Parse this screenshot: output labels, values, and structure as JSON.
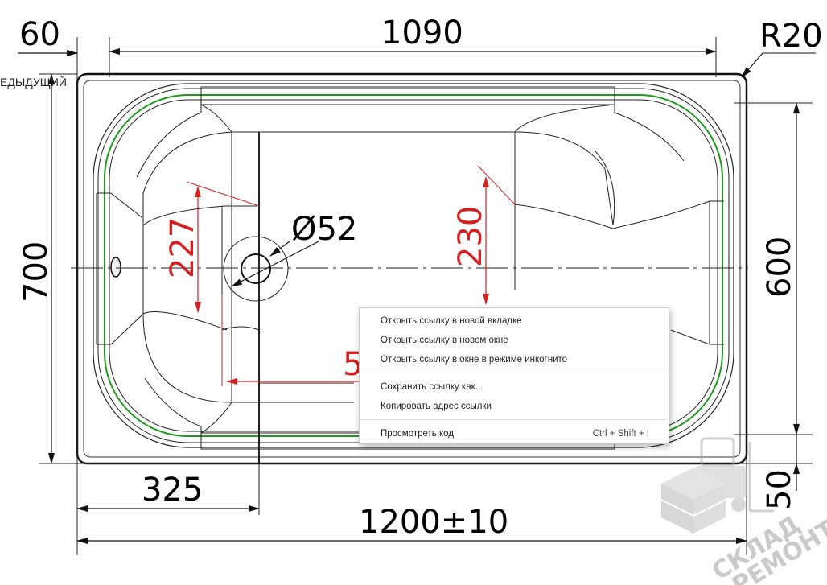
{
  "drawing": {
    "dimensions": {
      "top_left": "60",
      "top_width": "1090",
      "radius": "R20",
      "left_height": "700",
      "right_height": "600",
      "bottom_left": "325",
      "bottom_total": "1200±10",
      "bottom_right": "50",
      "drain": "Ø52",
      "red_left": "227",
      "red_center": "230",
      "red_bottom": "5"
    },
    "colors": {
      "line": "#111111",
      "accent": "#1a9c1a",
      "red": "#d42020"
    }
  },
  "nav": {
    "previous_label": "ЕДЫДУЩИЙ"
  },
  "context_menu": {
    "items": [
      {
        "label": "Открыть ссылку в новой вкладке"
      },
      {
        "label": "Открыть ссылку в новом окне"
      },
      {
        "label": "Открыть ссылку в окне в режиме инкогнито"
      },
      {
        "label": "Сохранить ссылку как..."
      },
      {
        "label": "Копировать адрес ссылки"
      },
      {
        "label": "Просмотреть код",
        "shortcut": "Ctrl + Shift + I"
      }
    ]
  },
  "watermark": {
    "line1": "СКЛАД",
    "line2": "РЕМОНТА"
  }
}
